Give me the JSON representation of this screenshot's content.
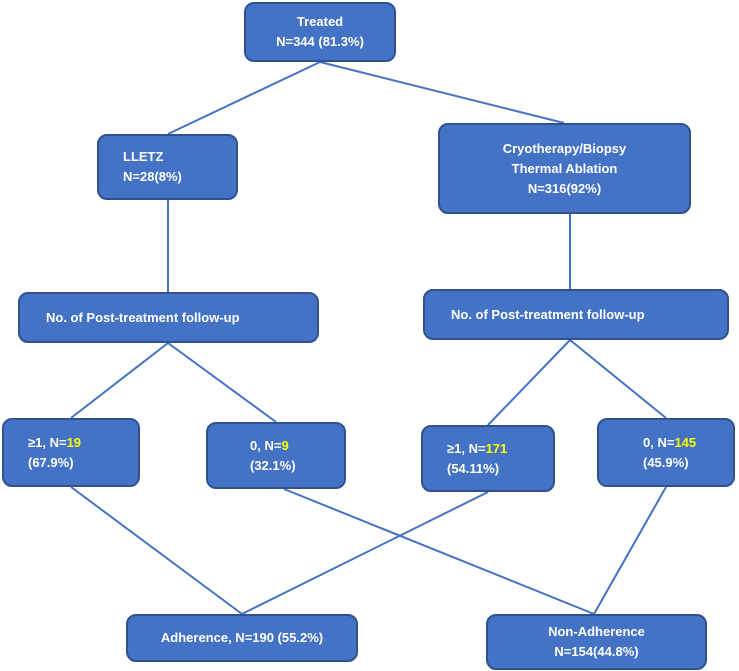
{
  "colors": {
    "box_fill": "#4472c4",
    "box_border": "#2f528f",
    "text": "#ffffff",
    "highlight": "#ffff00",
    "connector": "#4472c4"
  },
  "nodes": {
    "treated": {
      "line1": "Treated",
      "line2": "N=344 (81.3%)"
    },
    "lletz": {
      "line1": "LLETZ",
      "line2": "N=28(8%)"
    },
    "cryo": {
      "line1": "Cryotherapy/Biopsy",
      "line2": "Thermal Ablation",
      "line3": "N=316(92%)"
    },
    "followup_left": {
      "label": "No. of Post-treatment follow-up"
    },
    "followup_right": {
      "label": "No. of Post-treatment follow-up"
    },
    "ge1_left": {
      "prefix": "≥1, N=",
      "count": "19",
      "pct": "(67.9%)"
    },
    "zero_left": {
      "prefix": "0, N=",
      "count": "9",
      "pct": "(32.1%)"
    },
    "ge1_right": {
      "prefix": "≥1, N=",
      "count": "171",
      "pct": "(54.11%)"
    },
    "zero_right": {
      "prefix": "0, N=",
      "count": "145",
      "pct": "(45.9%)"
    },
    "adherence": {
      "label": "Adherence, N=190 (55.2%)"
    },
    "non_adherence": {
      "line1": "Non-Adherence",
      "line2": "N=154(44.8%)"
    }
  }
}
